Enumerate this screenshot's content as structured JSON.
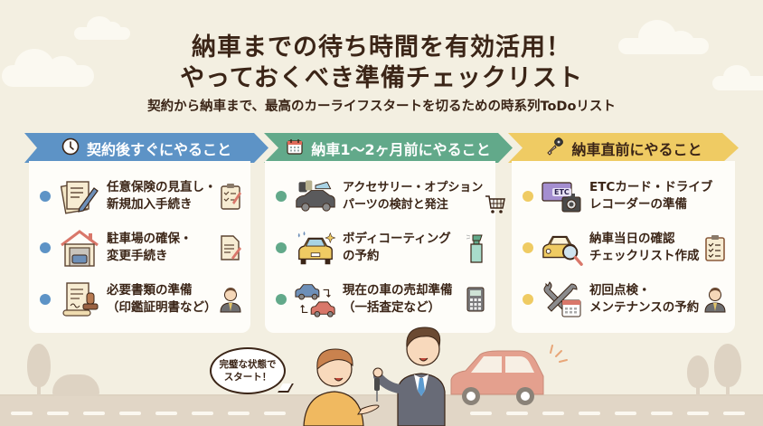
{
  "header": {
    "title_line1": "納車までの待ち時間を有効活用！",
    "title_line2": "やっておくべき準備チェックリスト",
    "subtitle": "契約から納車まで、最高のカーライフスタートを切るための時系列ToDoリスト"
  },
  "colors": {
    "background": "#f3efe1",
    "title_text": "#3b2517",
    "stage1_blue": "#5d93c6",
    "stage2_green": "#62a98a",
    "stage3_yellow": "#efcb63",
    "panel_bg": "#fefdf9",
    "road": "#e1d6c6"
  },
  "stages": [
    {
      "title": "契約後すぐにやること",
      "icon": "clock-icon",
      "items": [
        {
          "line1": "任意保険の見直し・",
          "line2": "新規加入手続き",
          "icon": "documents-pen-icon",
          "side_icon": "clipboard-checklist-icon"
        },
        {
          "line1": "駐車場の確保・",
          "line2": "変更手続き",
          "icon": "garage-car-icon",
          "side_icon": "document-pen-icon"
        },
        {
          "line1": "必要書類の準備",
          "line2": "（印鑑証明書など）",
          "icon": "scroll-stamp-icon",
          "side_icon": "businessman-icon"
        }
      ]
    },
    {
      "title": "納車1〜2ヶ月前にやること",
      "icon": "calendar-icon",
      "items": [
        {
          "line1": "アクセサリー・オプション",
          "line2": "パーツの検討と発注",
          "icon": "car-accessories-icon",
          "side_icon": "shopping-cart-icon"
        },
        {
          "line1": "ボディコーティング",
          "line2": "の予約",
          "icon": "shiny-yellow-car-icon",
          "side_icon": "spray-bottle-icon"
        },
        {
          "line1": "現在の車の売却準備",
          "line2": "（一括査定など）",
          "icon": "car-exchange-icon",
          "side_icon": "calculator-icon"
        }
      ]
    },
    {
      "title": "納車直前にやること",
      "icon": "car-key-icon",
      "items": [
        {
          "line1": "ETCカード・ドライブ",
          "line2": "レコーダーの準備",
          "icon": "etc-card-dashcam-icon",
          "icon_label": "ETC",
          "side_icon": ""
        },
        {
          "line1": "納車当日の確認",
          "line2": "チェックリスト作成",
          "icon": "car-magnifier-icon",
          "side_icon": "clipboard-checklist-icon"
        },
        {
          "line1": "初回点検・",
          "line2": "メンテナンスの予約",
          "icon": "tools-calendar-icon",
          "side_icon": "businessman-icon"
        }
      ]
    }
  ],
  "illustration": {
    "speech_line1": "完璧な状態で",
    "speech_line2": "スタート！"
  }
}
